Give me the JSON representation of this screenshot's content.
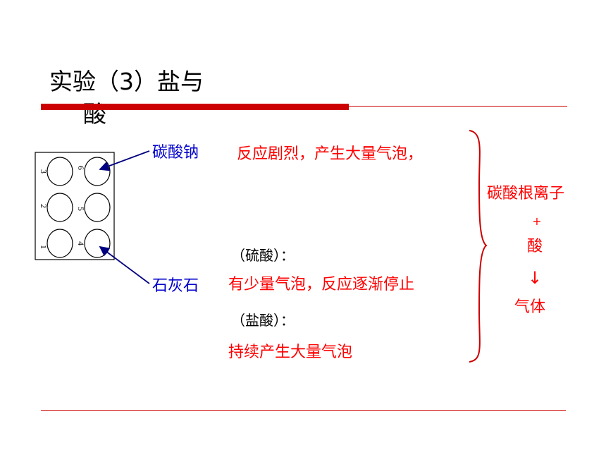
{
  "title": {
    "line1": "实验（3）盐与",
    "line2": "酸"
  },
  "well_plate": {
    "numbers": [
      "3",
      "6",
      "2",
      "5",
      "1",
      "4"
    ]
  },
  "labels": {
    "sodium_carbonate": "碳酸钠",
    "limestone": "石灰石"
  },
  "observations": {
    "sodium_carbonate_result": "反应剧烈，产生大量气泡，",
    "sulfuric_label": "（硫酸）：",
    "sulfuric_result": "有少量气泡，反应逐渐停止",
    "hydrochloric_label": "（盐酸）：",
    "hydrochloric_result": "持续产生大量气泡"
  },
  "conclusion": {
    "line1": "碳酸根离子",
    "plus": "+",
    "line2": "酸",
    "arrow": "↓",
    "line3": "气体"
  },
  "colors": {
    "accent": "#cc0000",
    "result_text": "#ff0000",
    "label_text": "#0000cc"
  }
}
